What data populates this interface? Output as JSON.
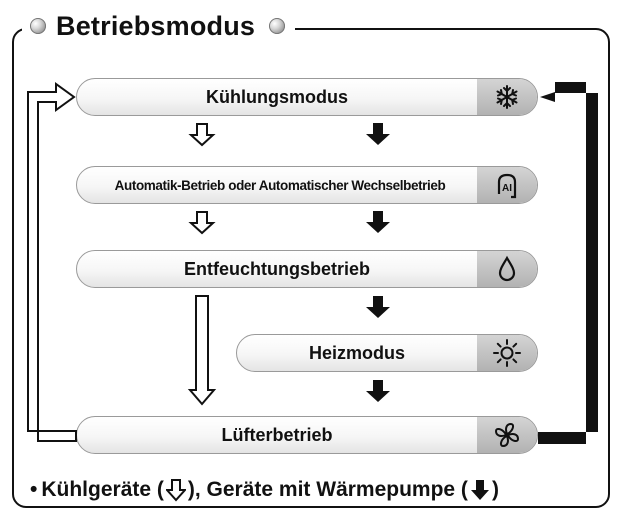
{
  "title": "Betriebsmodus",
  "modes": [
    {
      "label": "Kühlungsmodus",
      "icon": "snowflake-icon"
    },
    {
      "label": "Automatik-Betrieb oder Automatischer Wechselbetrieb",
      "icon": "ai-auto-icon",
      "icon_text": "AI"
    },
    {
      "label": "Entfeuchtungsbetrieb",
      "icon": "water-drop-icon"
    },
    {
      "label": "Heizmodus",
      "icon": "sun-icon"
    },
    {
      "label": "Lüfterbetrieb",
      "icon": "fan-icon"
    }
  ],
  "legend": {
    "bullet": "•",
    "text_before": "Kühlgeräte (",
    "text_middle": "), Geräte mit Wärmepumpe (",
    "text_after": ")",
    "cooling_icon": "hollow-arrow-down-icon",
    "heatpump_icon": "solid-arrow-down-icon"
  },
  "colors": {
    "line": "#111111",
    "cap": "#c0c0c0"
  }
}
